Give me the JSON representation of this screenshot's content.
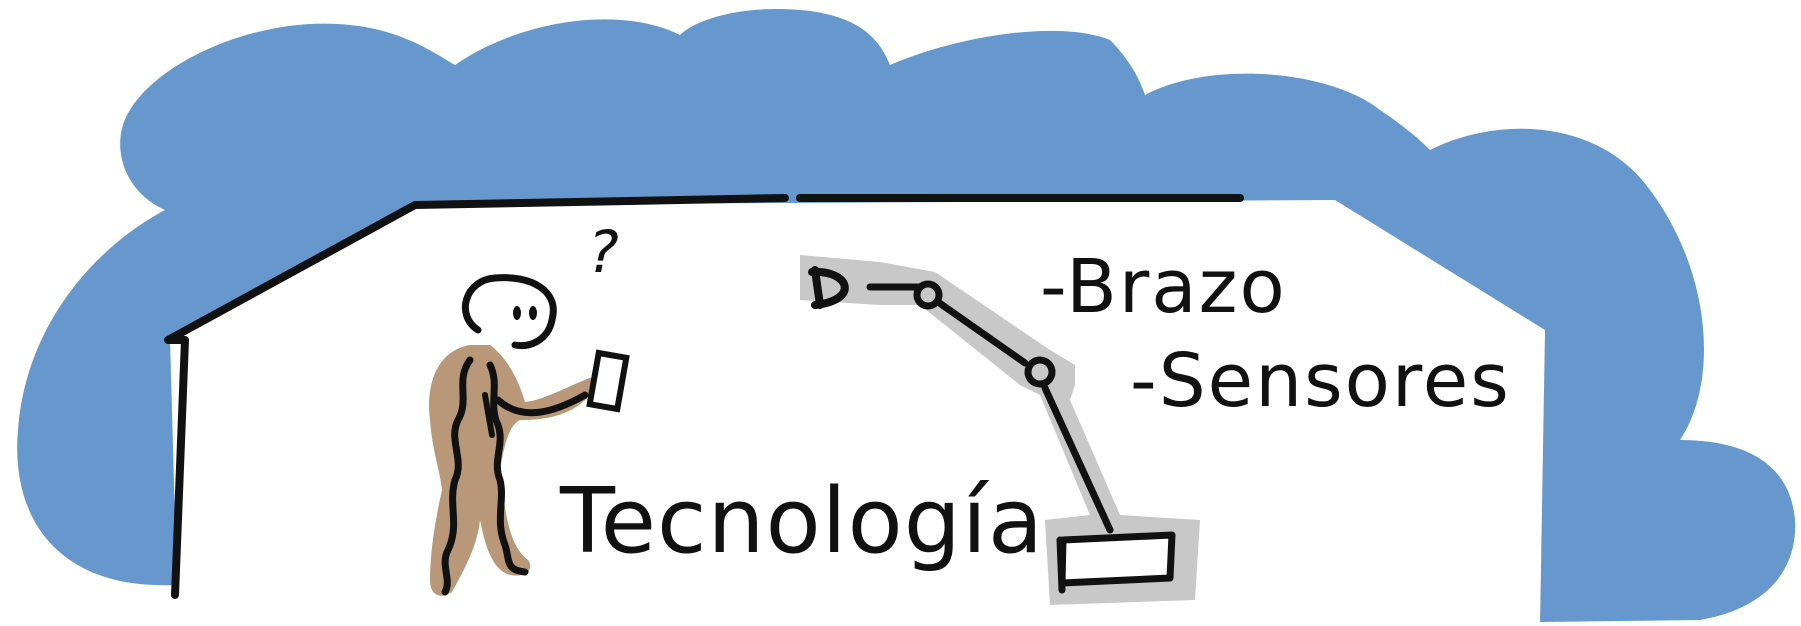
{
  "labels": {
    "arm": "-Brazo",
    "sensors": "-Sensores",
    "technology": "Tecnología"
  },
  "decorations": {
    "question_mark": "?"
  },
  "colors": {
    "sky": "#6798cd",
    "skin": "#b89878",
    "robot_shadow": "#c8c8c8",
    "ink": "#111111",
    "background": "#ffffff"
  },
  "icons": {
    "person": "person-icon",
    "phone": "phone-icon",
    "robot_arm": "robot-arm-icon",
    "house": "house-outline-icon",
    "cloud": "cloud-icon"
  }
}
